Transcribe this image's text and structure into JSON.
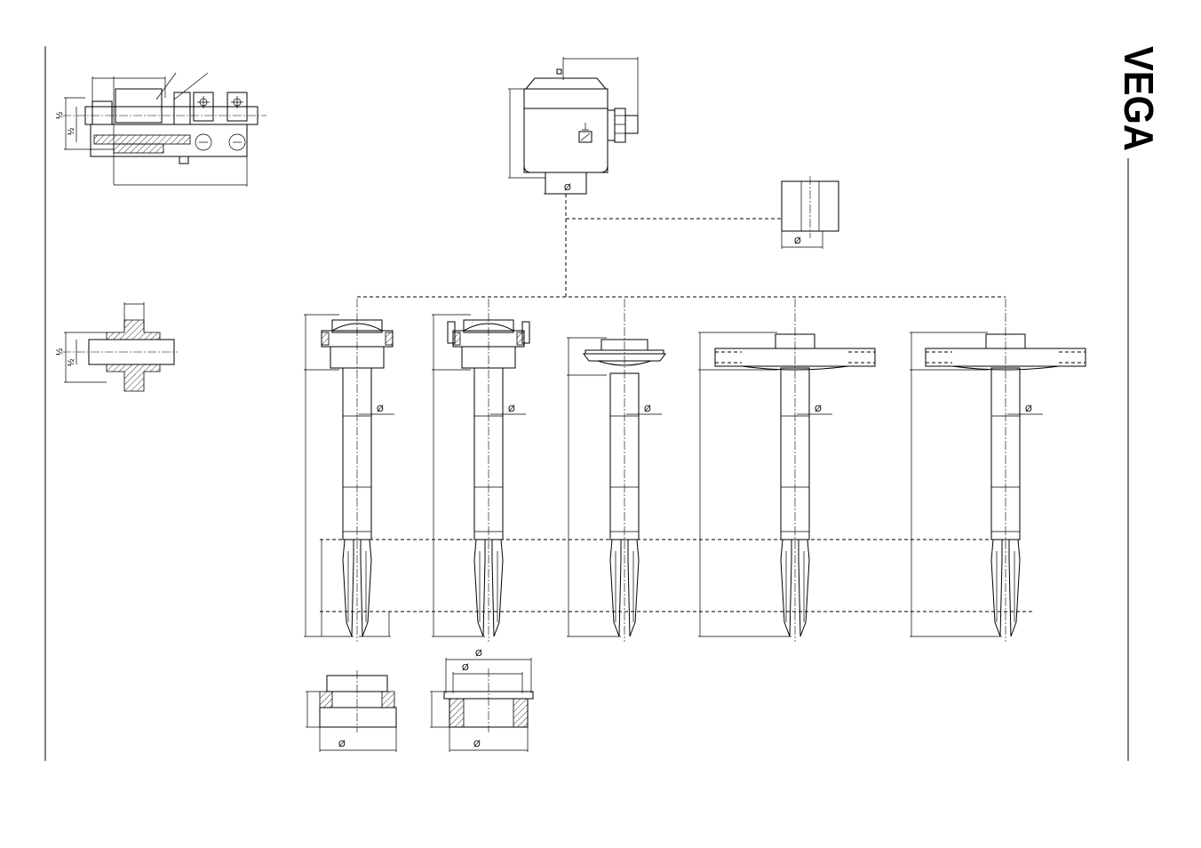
{
  "brand": {
    "logo_text": "VEGA"
  },
  "labels": {
    "diameter": "Ø",
    "half": "½"
  },
  "probes": [
    {
      "id": "probe-1",
      "connection": "clamp"
    },
    {
      "id": "probe-2",
      "connection": "clamp-bolted"
    },
    {
      "id": "probe-3",
      "connection": "tri-clamp"
    },
    {
      "id": "probe-4",
      "connection": "flange"
    },
    {
      "id": "probe-5",
      "connection": "flange"
    }
  ]
}
